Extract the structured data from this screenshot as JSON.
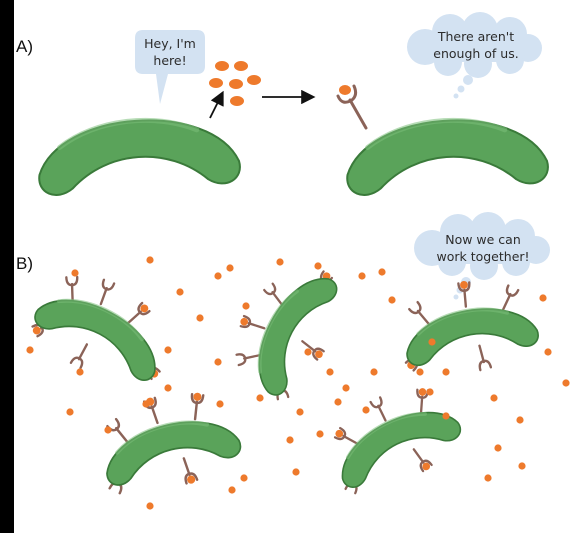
{
  "panels": {
    "a": {
      "label": "A)",
      "speech_bubble": [
        "Hey, I'm",
        "here!"
      ],
      "thought_bubble": [
        "There aren't",
        "enough of us."
      ]
    },
    "b": {
      "label": "B)",
      "thought_bubble": [
        "Now we can",
        "work together!"
      ]
    }
  },
  "colors": {
    "bacterium_fill": "#5aa35a",
    "bacterium_outline": "#3a7a3a",
    "signal_molecule": "#ee7a2c",
    "receptor": "#8b6358",
    "speech_bubble": "#d3e2f2",
    "thought_bubble": "#d3e2f2"
  },
  "icons": {
    "bacterium": "bacterium-icon",
    "receptor": "receptor-icon",
    "signal": "signal-molecule-icon",
    "arrow": "arrow-icon"
  }
}
